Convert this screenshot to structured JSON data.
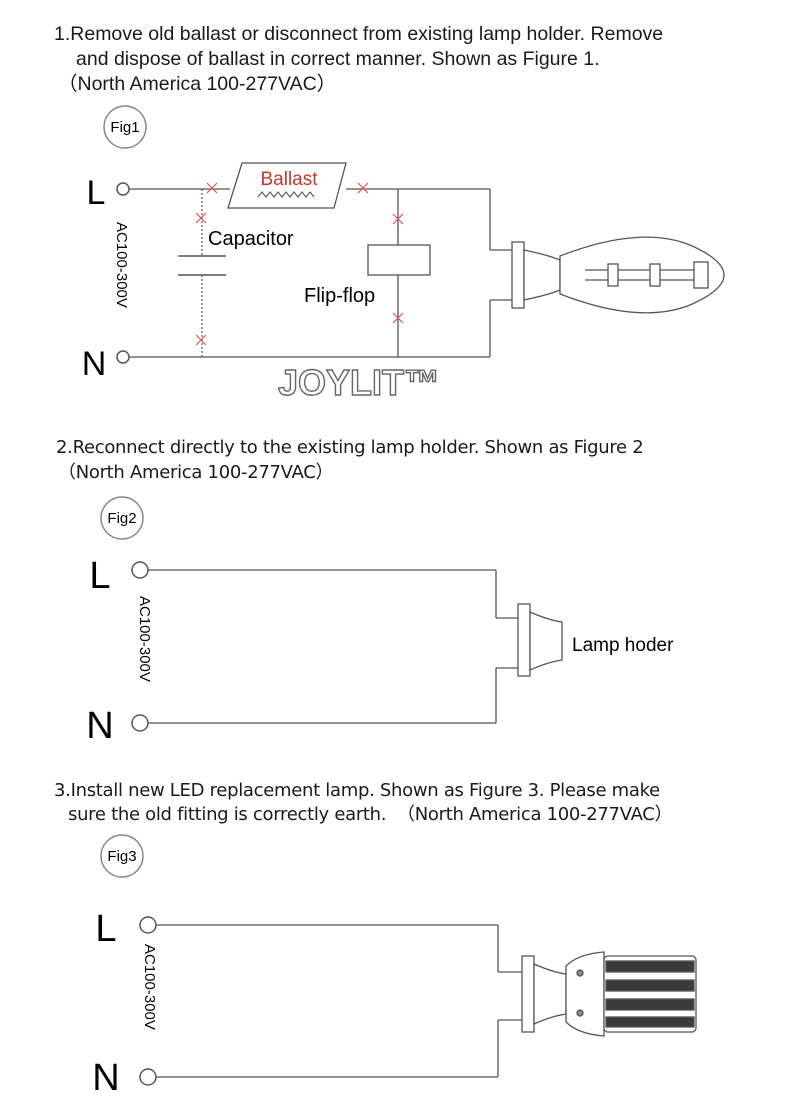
{
  "steps": [
    {
      "id": 1,
      "title_line1": "1.Remove old ballast or disconnect from existing lamp holder. Remove",
      "title_line2": "and dispose of ballast in correct manner. Shown as Figure 1.",
      "title_line3": "（North America 100-277VAC）",
      "figure_label": "Fig1",
      "terminal_l": "L",
      "terminal_n": "N",
      "voltage_label": "AC100-300V",
      "ballast_label": "Ballast",
      "capacitor_label": "Capacitor",
      "flipflop_label": "Flip-flop",
      "watermark": "JOYLIT™"
    },
    {
      "id": 2,
      "title_line1": "2.Reconnect directly to the existing lamp holder. Shown as Figure 2",
      "title_line2": "（North America 100-277VAC）",
      "figure_label": "Fig2",
      "terminal_l": "L",
      "terminal_n": "N",
      "voltage_label": "AC100-300V",
      "lamp_holder_label": "Lamp hoder"
    },
    {
      "id": 3,
      "title_line1": "3.Install new LED replacement lamp. Shown as Figure 3. Please make",
      "title_line2": "sure the old fitting is correctly earth.  （North America 100-277VAC）",
      "figure_label": "Fig3",
      "terminal_l": "L",
      "terminal_n": "N",
      "voltage_label": "AC100-300V"
    }
  ],
  "colors": {
    "ink": "#1a1a1a",
    "wire": "#555555",
    "cut_mark": "#d9534f",
    "ballast_text": "#c0392b"
  }
}
